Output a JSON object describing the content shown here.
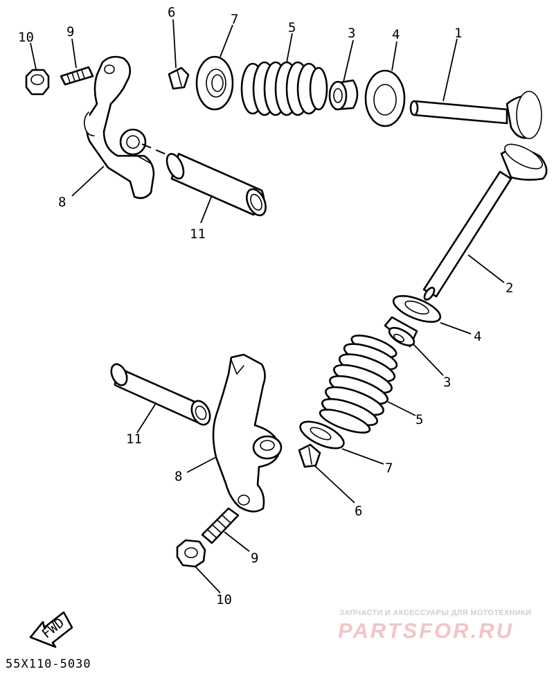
{
  "diagram": {
    "code": "55X110-5030",
    "fwd_label": "FWD",
    "callouts": [
      "10",
      "9",
      "6",
      "7",
      "5",
      "3",
      "4",
      "1",
      "8",
      "11",
      "2",
      "4",
      "3",
      "5",
      "11",
      "8",
      "7",
      "6",
      "9",
      "10"
    ]
  },
  "watermark": {
    "top_text": "ЗАПЧАСТИ И АКСЕССУАРЫ ДЛЯ МОТОТЕХНИКИ",
    "logo_text": "PARTSFOR.RU"
  }
}
